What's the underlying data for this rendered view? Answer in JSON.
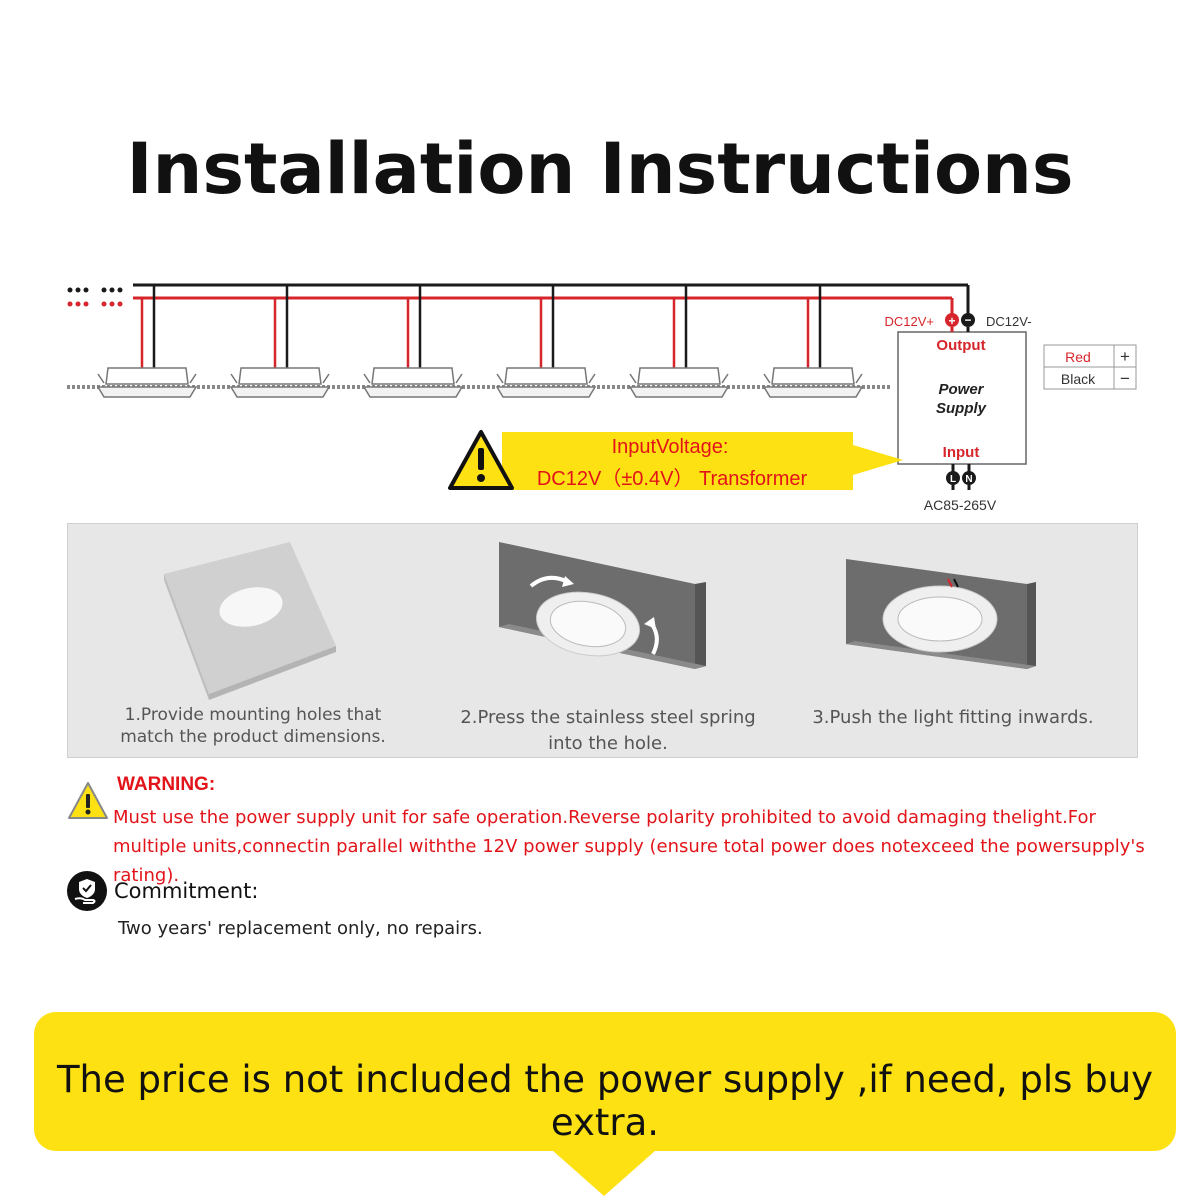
{
  "title": "Installation Instructions",
  "wiring": {
    "dc_plus_label": "DC12V+",
    "dc_minus_label": "DC12V-",
    "output_label": "Output",
    "power_supply_label_1": "Power",
    "power_supply_label_2": "Supply",
    "input_label": "Input",
    "ac_label": "AC85-265V",
    "l_label": "L",
    "n_label": "N",
    "legend": [
      {
        "color_name": "Red",
        "sign": "+"
      },
      {
        "color_name": "Black",
        "sign": "−"
      }
    ],
    "input_voltage_line1": "InputVoltage:",
    "input_voltage_line2": "DC12V（±0.4V） Transformer",
    "colors": {
      "red_wire": "#d7262b",
      "black_wire": "#1a1a1a",
      "highlight": "#fde112"
    }
  },
  "steps": [
    {
      "line1": "1.Provide mounting holes that",
      "line2": "match the product dimensions."
    },
    {
      "line1": "2.Press the stainless steel spring",
      "line2": "into the hole."
    },
    {
      "line1": "3.Push the light fitting inwards.",
      "line2": ""
    }
  ],
  "warning": {
    "title": "WARNING:",
    "text": "Must use the power supply unit for safe operation.Reverse polarity prohibited to avoid damaging thelight.For multiple units,connectin parallel withthe 12V power supply (ensure total power does notexceed the  powersupply's rating)."
  },
  "commitment": {
    "title": "Commitment:",
    "text": "Two years' replacement only, no repairs."
  },
  "notice": {
    "text": "The price is not included the power supply ,if need, pls buy extra."
  }
}
